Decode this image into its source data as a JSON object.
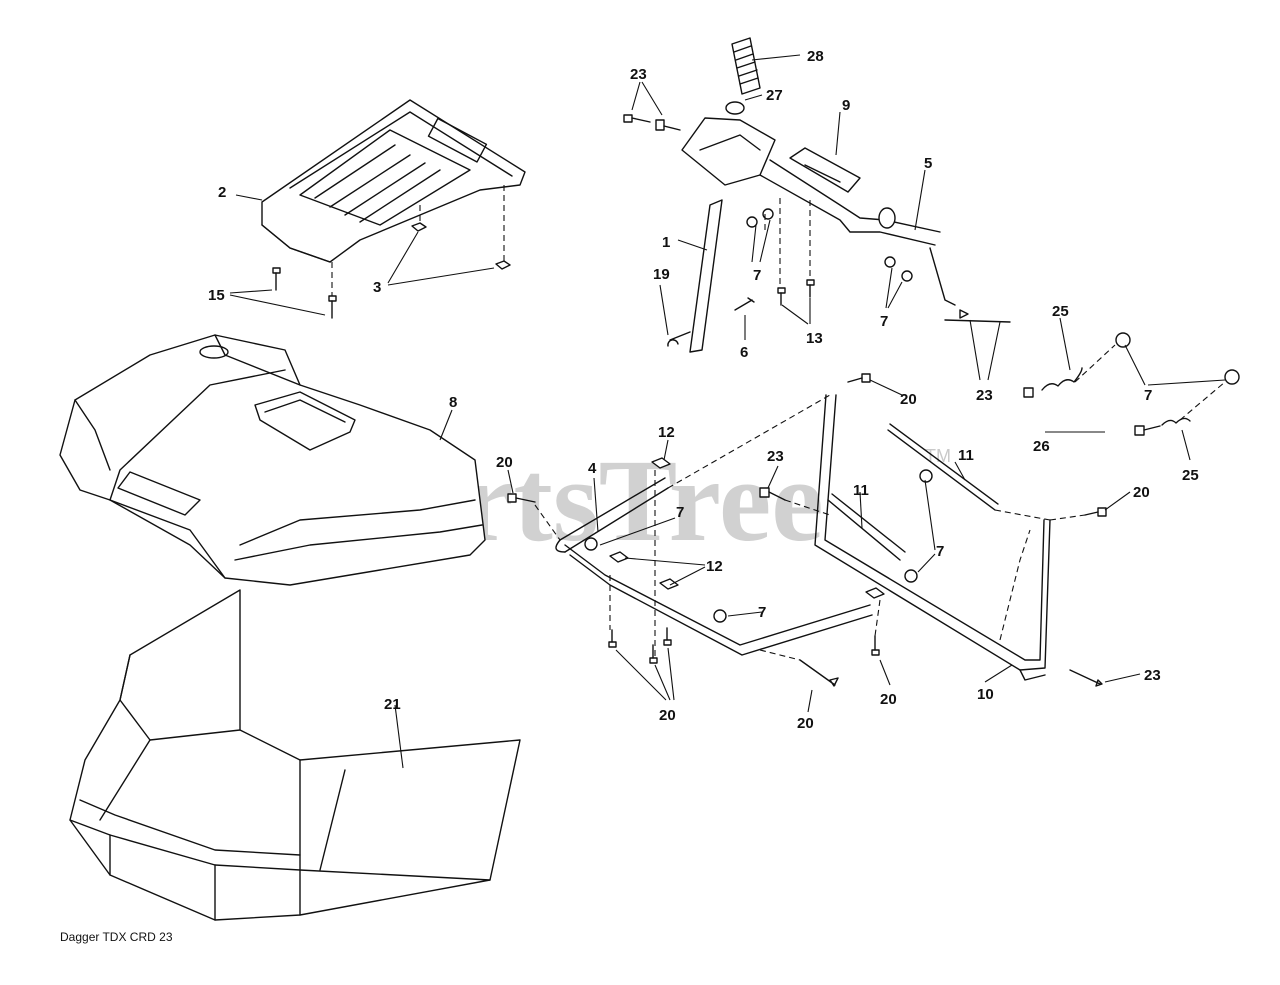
{
  "diagram": {
    "caption": "Dagger TDX CRD 23",
    "watermark": "PartsTree",
    "watermark_tm": "TM",
    "callouts": {
      "c1": "1",
      "c2": "2",
      "c3": "3",
      "c4": "4",
      "c5": "5",
      "c6": "6",
      "c7a": "7",
      "c7b": "7",
      "c7c": "7",
      "c7d": "7",
      "c7e": "7",
      "c7f": "7",
      "c8": "8",
      "c9": "9",
      "c10": "10",
      "c11a": "11",
      "c11b": "11",
      "c12a": "12",
      "c12b": "12",
      "c13": "13",
      "c15": "15",
      "c19": "19",
      "c20a": "20",
      "c20b": "20",
      "c20c": "20",
      "c20d": "20",
      "c20e": "20",
      "c20f": "20",
      "c21": "21",
      "c23a": "23",
      "c23b": "23",
      "c23c": "23",
      "c23d": "23",
      "c25a": "25",
      "c25b": "25",
      "c26": "26",
      "c27": "27",
      "c28": "28"
    }
  }
}
